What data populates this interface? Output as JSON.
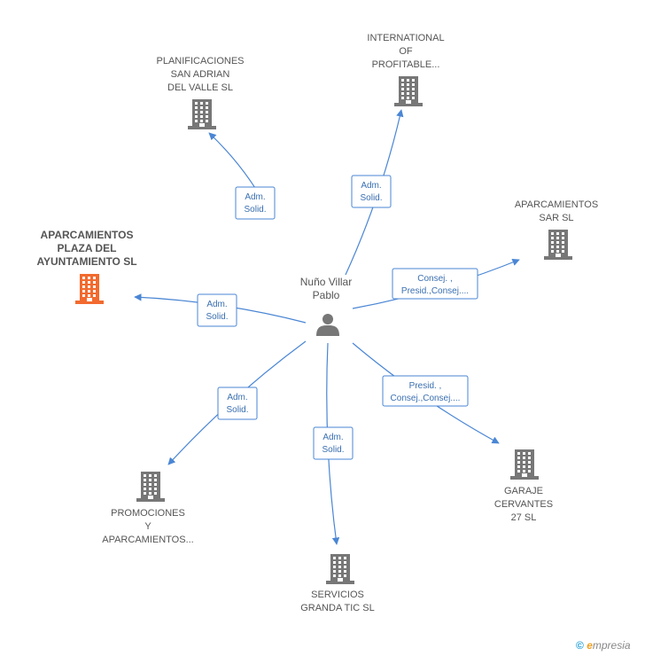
{
  "colors": {
    "edge": "#4a86d4",
    "building": "#777777",
    "highlight": "#f26a2e",
    "text": "#555555"
  },
  "center": {
    "name_lines": [
      "Nuño Villar",
      "Pablo"
    ],
    "icon": "person-icon"
  },
  "companies": [
    {
      "id": "planificaciones",
      "lines": [
        "PLANIFICACIONES",
        "SAN ADRIAN",
        "DEL VALLE SL"
      ],
      "highlight": false,
      "icon": "building-icon"
    },
    {
      "id": "international",
      "lines": [
        "INTERNATIONAL",
        "OF",
        "PROFITABLE..."
      ],
      "highlight": false,
      "icon": "building-icon"
    },
    {
      "id": "aparcamientos-sar",
      "lines": [
        "APARCAMIENTOS",
        "SAR  SL"
      ],
      "highlight": false,
      "icon": "building-icon"
    },
    {
      "id": "aparcamientos-plaza",
      "lines": [
        "APARCAMIENTOS",
        "PLAZA DEL",
        "AYUNTAMIENTO SL"
      ],
      "highlight": true,
      "icon": "building-icon"
    },
    {
      "id": "garaje-cervantes",
      "lines": [
        "GARAJE",
        "CERVANTES",
        "27  SL"
      ],
      "highlight": false,
      "icon": "building-icon"
    },
    {
      "id": "promociones",
      "lines": [
        "PROMOCIONES",
        "Y",
        "APARCAMIENTOS..."
      ],
      "highlight": false,
      "icon": "building-icon"
    },
    {
      "id": "servicios-granda",
      "lines": [
        "SERVICIOS",
        "GRANDA TIC  SL"
      ],
      "highlight": false,
      "icon": "building-icon"
    }
  ],
  "edges": [
    {
      "target": "planificaciones",
      "label_lines": [
        "Adm.",
        "Solid."
      ]
    },
    {
      "target": "international",
      "label_lines": [
        "Adm.",
        "Solid."
      ]
    },
    {
      "target": "aparcamientos-sar",
      "label_lines": [
        "Consej. ,",
        "Presid.,Consej...."
      ]
    },
    {
      "target": "aparcamientos-plaza",
      "label_lines": [
        "Adm.",
        "Solid."
      ]
    },
    {
      "target": "garaje-cervantes",
      "label_lines": [
        "Presid. ,",
        "Consej.,Consej...."
      ]
    },
    {
      "target": "promociones",
      "label_lines": [
        "Adm.",
        "Solid."
      ]
    },
    {
      "target": "servicios-granda",
      "label_lines": [
        "Adm.",
        "Solid."
      ]
    }
  ],
  "footer": {
    "copyright": "©",
    "brand_initial": "e",
    "brand_rest": "mpresia"
  }
}
